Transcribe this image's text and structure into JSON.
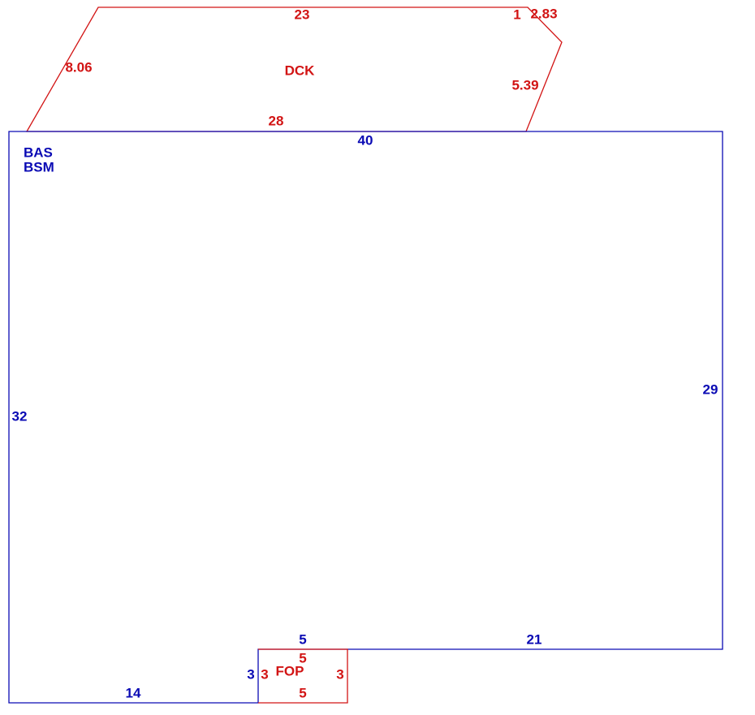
{
  "colors": {
    "main": "#0a0ab4",
    "addition": "#d21414",
    "background": "#ffffff"
  },
  "areas": {
    "basement": {
      "code1": "BAS",
      "code2": "BSM"
    },
    "deck": {
      "code": "DCK"
    },
    "porch": {
      "code": "FOP"
    }
  },
  "dimensions": {
    "basement": {
      "top": "40",
      "left": "32",
      "right": "29",
      "bottom_right": "21",
      "bottom_left": "14",
      "notch_top": "5",
      "notch_left": "3"
    },
    "deck": {
      "top": "23",
      "top_right_short": "1",
      "top_right_diagonal": "2.83",
      "right": "5.39",
      "left": "8.06",
      "bottom": "28"
    },
    "porch": {
      "top": "5",
      "bottom": "5",
      "left": "3",
      "right": "3"
    }
  }
}
